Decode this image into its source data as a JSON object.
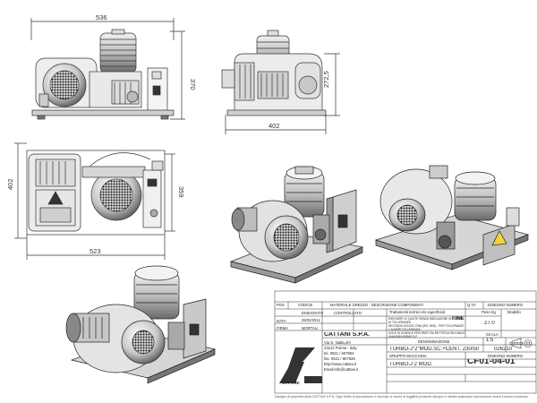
{
  "dimensions": {
    "front_width": "536",
    "front_height": "370",
    "side_width": "402",
    "side_height": "272,5",
    "top_width": "523",
    "top_depth_left": "402",
    "top_depth_right": "359"
  },
  "title_block": {
    "headers": {
      "pos": "POS",
      "code": "CODICE",
      "material": "MATERIALE GREZZO - DESCRIZIONE COMPONENTI",
      "qty": "Q.TA'",
      "drawing_number": "DISEGNO NUMERO"
    },
    "labels": {
      "designed": "DISEGNATO",
      "checked": "CONTROLLATO",
      "date": "DATA",
      "signature": "FIRMA",
      "weight": "Peso Kg",
      "model": "Modello",
      "scale": "SCALA",
      "denomination": "DENOMINAZIONE",
      "code": "CODICE",
      "machine_group": "GRUPPO MACCHINA",
      "drawing_number": "DISEGNO NUMERO"
    },
    "values": {
      "date": "25/02/2011",
      "signature": "MORTALI",
      "treatment": "Trattamenti termici e/o superficiali",
      "weight": "27.0",
      "scale": "1:5",
      "denomination": "TURBO-J\"2\"MOD.SC.+CENT. 230/50",
      "code": "026210",
      "machine_group": "TURBO-J 2 MOD.",
      "drawing_number": "CF01-04-01"
    },
    "tolerance_note": [
      "ESEGUIRE LE QUOTE SENZA INDICAZIONE IN CLASSE DI TOLLERANZA",
      "SECONDO UNI ISO 2768 (ISO 1801) - PER TOLLERANZE + ALBERI TOLLERANZA",
      "GOLE DI SCARICO PER PARTI DA RETTIFICA SECONDO UNI/4386 NORME E-F"
    ],
    "tolerance_class": "FINE",
    "company": {
      "name": "CATTANI S.P.A.",
      "address_1": "Via G. Natta,4/A",
      "address_2": "43122 Parma - Italy",
      "tel": "tel. 0521 / 607604",
      "fax": "fax. 0521 / 607628",
      "web": "http://www.cattani.it",
      "email": "Email:info@cattani.it",
      "logo_text": "CATTANI"
    },
    "footer_left": "Disegno di proprietà della CATTANI S.P.A. Ogni diritto di riproduzione è riservato a norma di legge",
    "footer_right": "Del presente disegno è vietata qualunque riproduzione senza il nostro consenso"
  },
  "colors": {
    "line": "#333333",
    "metal_light": "#e6e6e6",
    "metal_mid": "#b8b8b8",
    "metal_dark": "#4a4a4a",
    "warning_yellow": "#f2d43a"
  }
}
